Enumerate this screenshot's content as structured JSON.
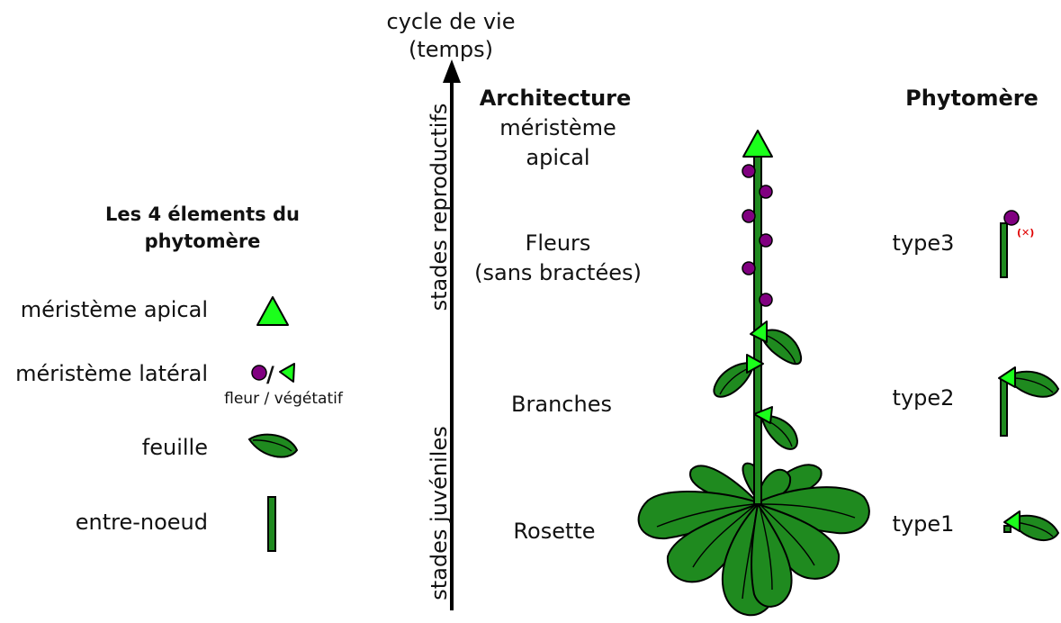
{
  "time_axis": {
    "label_line1": "cycle de vie",
    "label_line2": "(temps)",
    "upper_stage": "stades reproductifs",
    "lower_stage": "stades juvéniles"
  },
  "legend": {
    "title_line1": "Les 4 élements du",
    "title_line2": "phytomère",
    "apical_meristem": "méristème apical",
    "lateral_meristem": "méristème latéral",
    "lateral_sublabel": "fleur / végétatif",
    "leaf": "feuille",
    "internode": "entre-noeud"
  },
  "architecture": {
    "heading": "Architecture",
    "apical_line1": "méristème",
    "apical_line2": "apical",
    "flowers_line1": "Fleurs",
    "flowers_line2": "(sans bractées)",
    "branches": "Branches",
    "rosette": "Rosette"
  },
  "phytomer": {
    "heading": "Phytomère",
    "type3": "type3",
    "type2": "type2",
    "type1": "type1",
    "abort_mark": "(✕)"
  },
  "colors": {
    "leaf_green": "#1f8a1f",
    "meristem_green": "#1bff1b",
    "flower_purple": "#800080",
    "abort_red": "#e00000"
  }
}
